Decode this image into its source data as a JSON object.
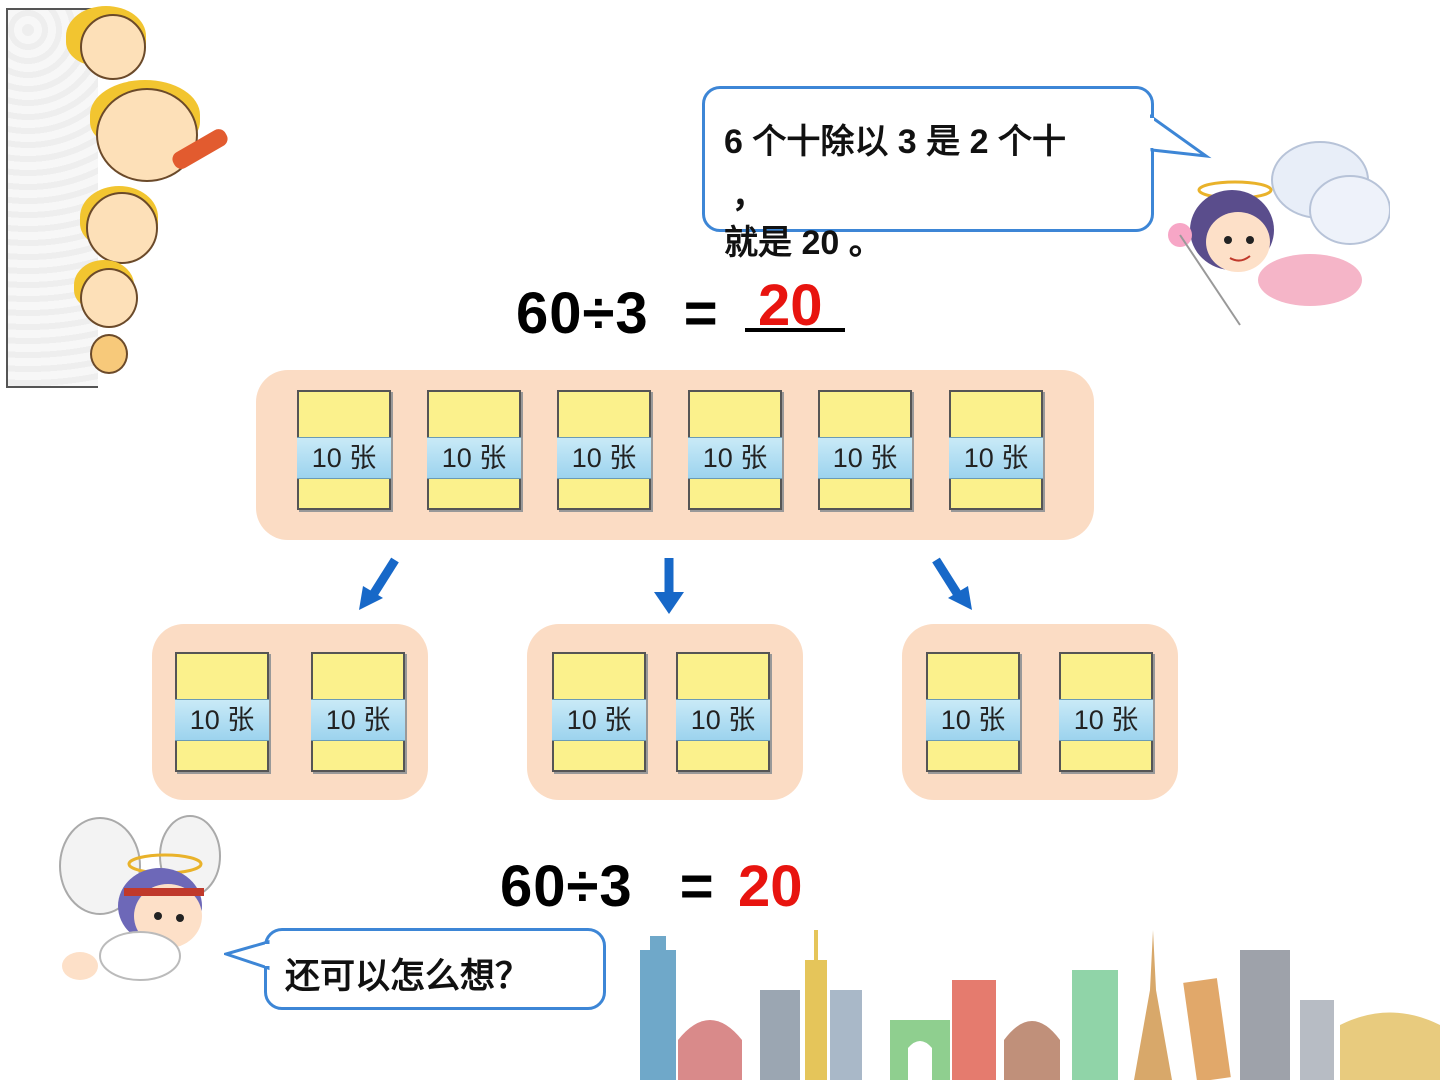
{
  "top_bubble": {
    "line1": "6 个十除以 3 是 2 个十",
    "line2": "，",
    "line3": "就是 20 。"
  },
  "equation_top": {
    "left": "60÷3",
    "equals": "=",
    "answer": "20"
  },
  "equation_bottom": {
    "left": "60÷3",
    "equals": "=",
    "answer": "20"
  },
  "stack_label": "10 张",
  "bottom_bubble": {
    "text": "还可以怎么想？"
  },
  "colors": {
    "answer": "#e8140f",
    "bubble_border": "#3d86d6",
    "tray": "#fbdcc4",
    "stack": "#fbf18c",
    "arrow": "#1768c8"
  }
}
